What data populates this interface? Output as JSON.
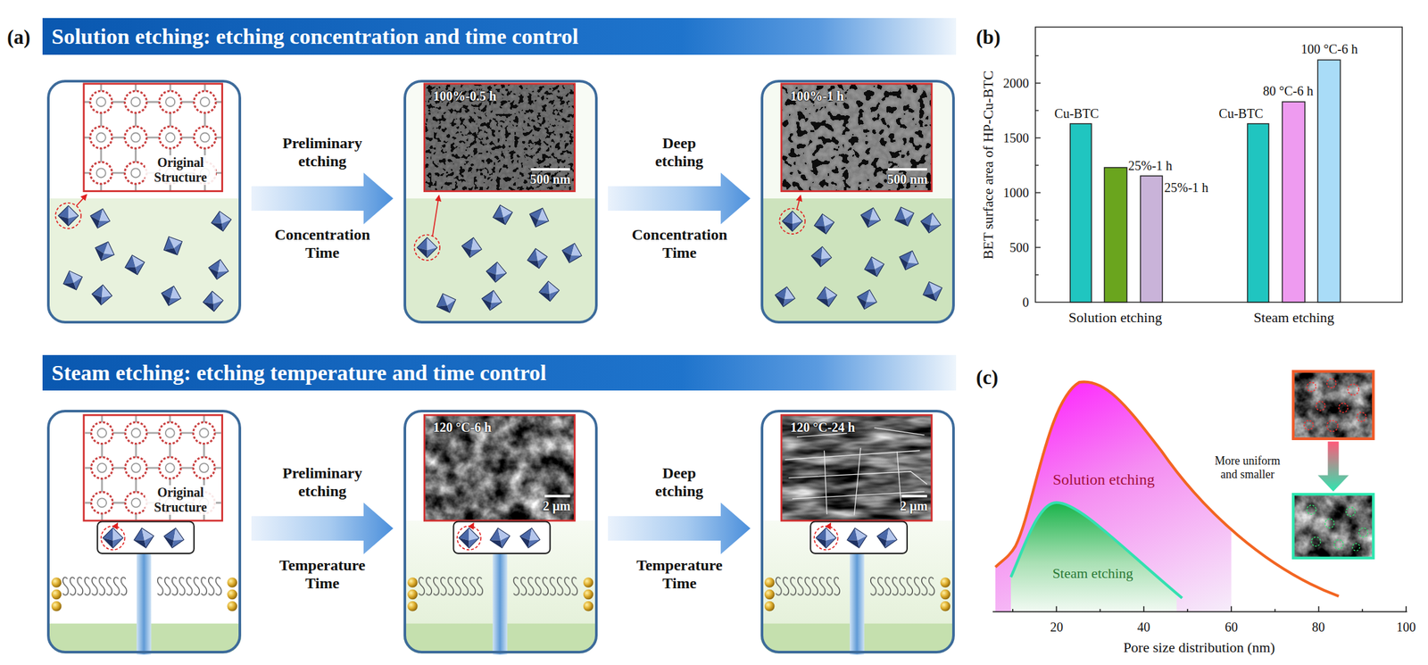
{
  "diagram": {
    "nodes": [
      {
        "text": [
          "Solution etching: etching concentration and time control"
        ]
      },
      {
        "text": [
          "Original Structure"
        ]
      },
      {
        "text": [
          "100%-0.5 h",
          "500 nm"
        ]
      },
      {
        "text": [
          "100%-1 h",
          "500 nm"
        ]
      },
      {
        "text": [
          "Steam etching: etching temperature and time control"
        ]
      },
      {
        "text": [
          "Original Structure"
        ]
      },
      {
        "text": [
          "120 °C-6 h",
          "2 μm"
        ]
      },
      {
        "text": [
          "120 °C-24 h",
          "2 μm"
        ]
      }
    ],
    "edges": [
      {
        "from": 1,
        "to": 2,
        "arrow": "to",
        "label": "Preliminary etching"
      },
      {
        "from": 2,
        "to": 3,
        "arrow": "to",
        "label": "Deep etching"
      },
      {
        "from": 5,
        "to": 6,
        "arrow": "to",
        "label": "Preliminary etching"
      },
      {
        "from": 6,
        "to": 7,
        "arrow": "to",
        "label": "Deep etching"
      }
    ],
    "labels": [
      "(a)",
      "Concentration Time",
      "Concentration Time",
      "Temperature Time",
      "Temperature Time",
      "(b)",
      "BET surface area of HP-Cu-BTC",
      "0",
      "500",
      "1000",
      "1500",
      "2000",
      "Cu-BTC",
      "25%-1 h",
      "25%-1 h",
      "Cu-BTC",
      "80 °C-6 h",
      "100 °C-6 h",
      "Solution etching",
      "Steam etching",
      "(c)",
      "Solution etching",
      "Steam etching",
      "More uniform and smaller",
      "20",
      "40",
      "60",
      "80",
      "100",
      "Pore size distribution (nm)"
    ]
  }
}
